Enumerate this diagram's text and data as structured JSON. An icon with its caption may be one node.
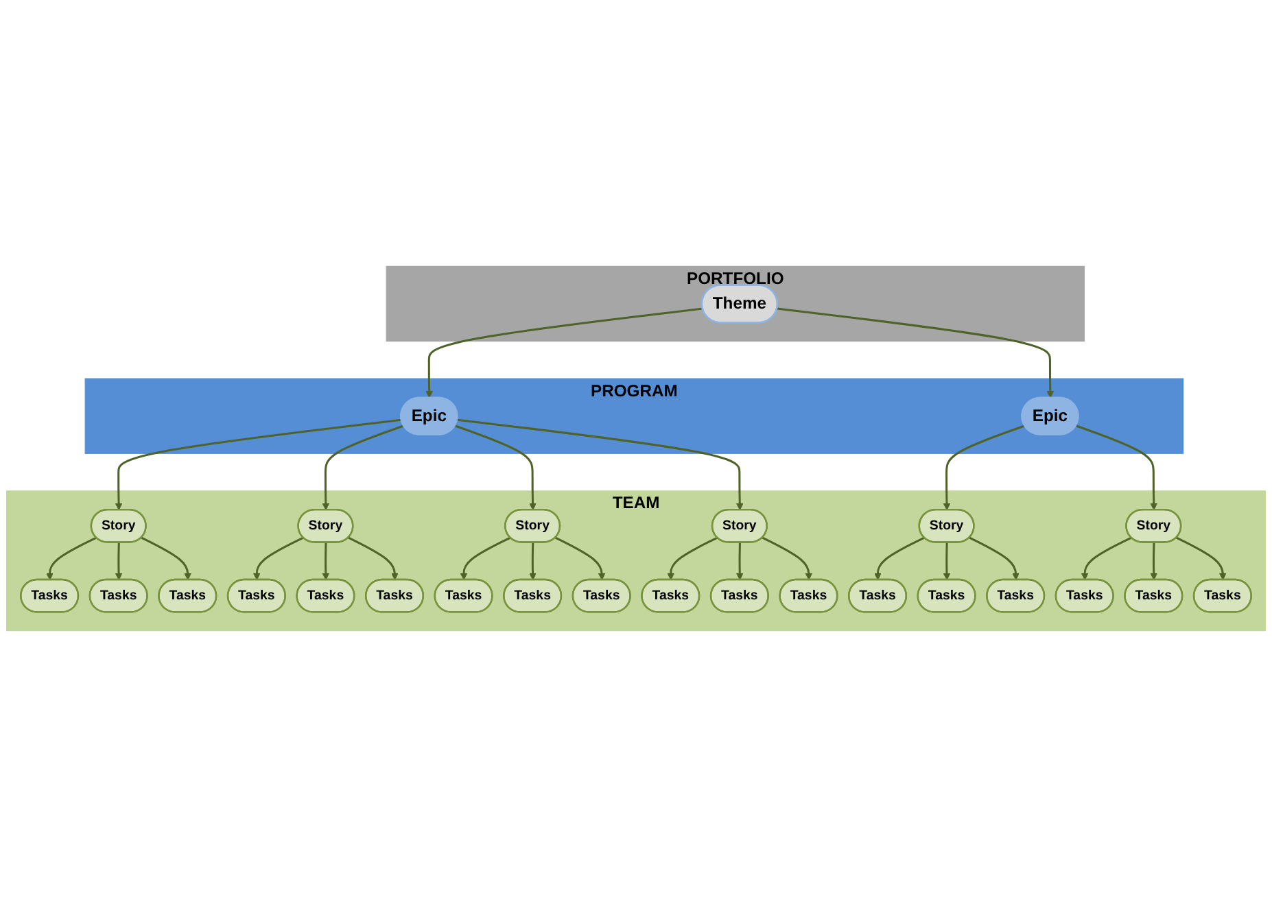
{
  "diagram": {
    "nodes": [
      {
        "text": [
          "PORTFOLIO"
        ]
      },
      {
        "text": [
          "Theme"
        ],
        "in": 0
      },
      {
        "text": [
          "PROGRAM"
        ]
      },
      {
        "text": [
          "Epic"
        ],
        "in": 2
      },
      {
        "text": [
          "Epic"
        ],
        "in": 2
      },
      {
        "text": [
          "TEAM"
        ]
      },
      {
        "text": [
          "Story"
        ],
        "in": 5
      },
      {
        "text": [
          "Story"
        ],
        "in": 5
      },
      {
        "text": [
          "Story"
        ],
        "in": 5
      },
      {
        "text": [
          "Story"
        ],
        "in": 5
      },
      {
        "text": [
          "Story"
        ],
        "in": 5
      },
      {
        "text": [
          "Story"
        ],
        "in": 5
      },
      {
        "text": [
          "Tasks"
        ],
        "in": 5
      },
      {
        "text": [
          "Tasks"
        ],
        "in": 5
      },
      {
        "text": [
          "Tasks"
        ],
        "in": 5
      },
      {
        "text": [
          "Tasks"
        ],
        "in": 5
      },
      {
        "text": [
          "Tasks"
        ],
        "in": 5
      },
      {
        "text": [
          "Tasks"
        ],
        "in": 5
      },
      {
        "text": [
          "Tasks"
        ],
        "in": 5
      },
      {
        "text": [
          "Tasks"
        ],
        "in": 5
      },
      {
        "text": [
          "Tasks"
        ],
        "in": 5
      },
      {
        "text": [
          "Tasks"
        ],
        "in": 5
      },
      {
        "text": [
          "Tasks"
        ],
        "in": 5
      },
      {
        "text": [
          "Tasks"
        ],
        "in": 5
      },
      {
        "text": [
          "Tasks"
        ],
        "in": 5
      },
      {
        "text": [
          "Tasks"
        ],
        "in": 5
      },
      {
        "text": [
          "Tasks"
        ],
        "in": 5
      },
      {
        "text": [
          "Tasks"
        ],
        "in": 5
      },
      {
        "text": [
          "Tasks"
        ],
        "in": 5
      },
      {
        "text": [
          "Tasks"
        ],
        "in": 5
      }
    ],
    "edges": [
      {
        "from": 1,
        "to": 3,
        "arrow": "to"
      },
      {
        "from": 1,
        "to": 4,
        "arrow": "to"
      },
      {
        "from": 3,
        "to": 6,
        "arrow": "to"
      },
      {
        "from": 3,
        "to": 7,
        "arrow": "to"
      },
      {
        "from": 3,
        "to": 8,
        "arrow": "to"
      },
      {
        "from": 3,
        "to": 9,
        "arrow": "to"
      },
      {
        "from": 4,
        "to": 10,
        "arrow": "to"
      },
      {
        "from": 4,
        "to": 11,
        "arrow": "to"
      },
      {
        "from": 6,
        "to": 12,
        "arrow": "to"
      },
      {
        "from": 6,
        "to": 18,
        "arrow": "to"
      },
      {
        "from": 6,
        "to": 24,
        "arrow": "to"
      },
      {
        "from": 7,
        "to": 13,
        "arrow": "to"
      },
      {
        "from": 7,
        "to": 19,
        "arrow": "to"
      },
      {
        "from": 7,
        "to": 25,
        "arrow": "to"
      },
      {
        "from": 8,
        "to": 14,
        "arrow": "to"
      },
      {
        "from": 8,
        "to": 20,
        "arrow": "to"
      },
      {
        "from": 8,
        "to": 26,
        "arrow": "to"
      },
      {
        "from": 9,
        "to": 15,
        "arrow": "to"
      },
      {
        "from": 9,
        "to": 21,
        "arrow": "to"
      },
      {
        "from": 9,
        "to": 27,
        "arrow": "to"
      },
      {
        "from": 10,
        "to": 16,
        "arrow": "to"
      },
      {
        "from": 10,
        "to": 22,
        "arrow": "to"
      },
      {
        "from": 10,
        "to": 28,
        "arrow": "to"
      },
      {
        "from": 11,
        "to": 17,
        "arrow": "to"
      },
      {
        "from": 11,
        "to": 23,
        "arrow": "to"
      },
      {
        "from": 11,
        "to": 29,
        "arrow": "to"
      }
    ]
  }
}
